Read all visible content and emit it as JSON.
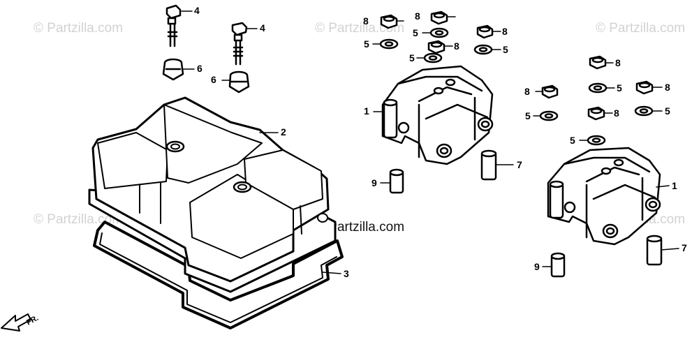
{
  "watermarks": {
    "faint": "© Partzilla.com",
    "center": "© Partzilla.com"
  },
  "direction_label": "FR.",
  "callouts": {
    "c1a": "1",
    "c1b": "1",
    "c2": "2",
    "c3": "3",
    "c4a": "4",
    "c4b": "4",
    "c5a": "5",
    "c5b": "5",
    "c5c": "5",
    "c5d": "5",
    "c5e": "5",
    "c5f": "5",
    "c5g": "5",
    "c5h": "5",
    "c6a": "6",
    "c6b": "6",
    "c7a": "7",
    "c7b": "7",
    "c8a": "8",
    "c8b": "8",
    "c8c": "8",
    "c8d": "8",
    "c8e": "8",
    "c8f": "8",
    "c8g": "8",
    "c8h": "8",
    "c9a": "9",
    "c9b": "9"
  }
}
